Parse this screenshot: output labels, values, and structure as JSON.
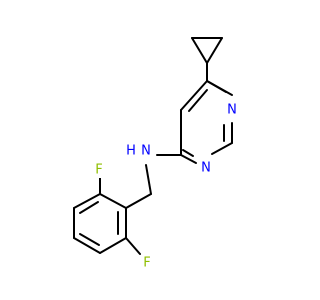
{
  "molecule": {
    "atoms": {
      "n1": {
        "symbol": "N",
        "color": "#0000ff"
      },
      "n3": {
        "symbol": "N",
        "color": "#0000ff"
      },
      "nh": {
        "symbol": "N",
        "color": "#0000ff"
      },
      "h": {
        "symbol": "H",
        "color": "#0000ff"
      },
      "f_top": {
        "symbol": "F",
        "color": "#8fbf00"
      },
      "f_bottom": {
        "symbol": "F",
        "color": "#8fbf00"
      }
    },
    "bond_color": "#000000",
    "background": "#ffffff"
  }
}
